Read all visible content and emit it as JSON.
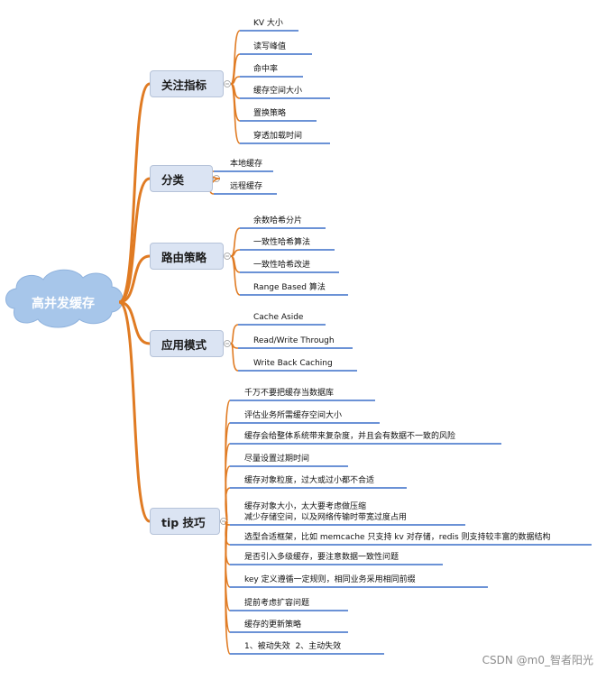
{
  "root": {
    "label": "高并发缓存"
  },
  "colors": {
    "connector": "#e07b23",
    "underline": "#3a6fc9",
    "branch_fill": "#dbe4f3",
    "cloud": "#a7c6ea"
  },
  "branches": [
    {
      "label": "关注指标",
      "leaves": [
        "KV 大小",
        "读写峰值",
        "命中率",
        "缓存空间大小",
        "置换策略",
        "穿透加载时间"
      ]
    },
    {
      "label": "分类",
      "leaves": [
        "本地缓存",
        "远程缓存"
      ]
    },
    {
      "label": "路由策略",
      "leaves": [
        "余数哈希分片",
        "一致性哈希算法",
        "一致性哈希改进",
        "Range Based 算法"
      ]
    },
    {
      "label": "应用模式",
      "leaves": [
        "Cache Aside",
        "Read/Write Through",
        "Write Back Caching"
      ]
    },
    {
      "label": "tip 技巧",
      "leaves": [
        "千万不要把缓存当数据库",
        "评估业务所需缓存空间大小",
        "缓存会给整体系统带来复杂度，并且会有数据不一致的风险",
        "尽量设置过期时间",
        "缓存对象粒度，过大或过小都不合适",
        "缓存对象大小，太大要考虑做压缩\n减少存储空间，以及网络传输时带宽过度占用",
        "选型合适框架，比如 memcache 只支持 kv 对存储，redis 则支持较丰富的数据结构",
        "是否引入多级缓存，要注意数据一致性问题",
        "key 定义遵循一定规则，相同业务采用相同前缀",
        "提前考虑扩容问题",
        "缓存的更新策略",
        "1、被动失效  2、主动失效"
      ]
    }
  ],
  "watermark": "CSDN @m0_智者阳光"
}
